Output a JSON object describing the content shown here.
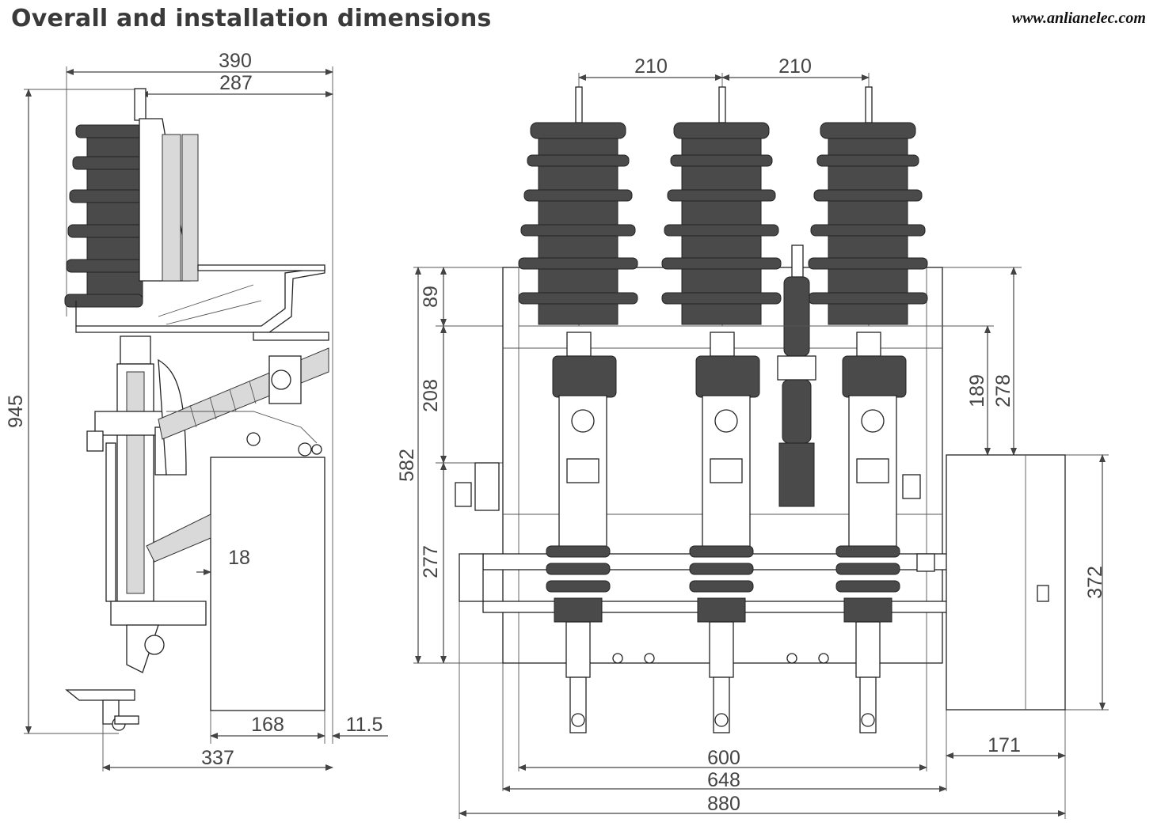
{
  "header": {
    "title": "Overall and installation dimensions",
    "website": "www.anlianelec.com"
  },
  "side_view": {
    "dims": {
      "width_total": "390",
      "width_top": "287",
      "height_total": "945",
      "offset": "18",
      "box_width": "168",
      "box_gap": "11.5",
      "base_width": "337"
    }
  },
  "front_view": {
    "dims": {
      "pitch_left": "210",
      "pitch_right": "210",
      "v1": "89",
      "v2": "208",
      "v_total": "582",
      "v3": "277",
      "r1": "189",
      "r2": "278",
      "box_height": "372",
      "box_depth": "171",
      "mount_width": "600",
      "frame_width": "648",
      "overall_width": "880"
    }
  }
}
